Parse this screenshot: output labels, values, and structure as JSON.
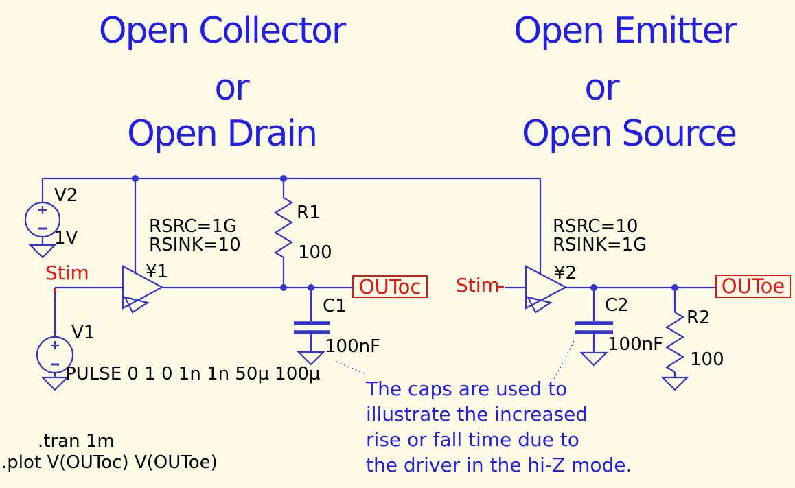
{
  "colors": {
    "background": "#FDFBE6",
    "wire": "#3434CE",
    "blue_text": "#1F1FE8",
    "black_text": "#000000",
    "red": "#EE1111"
  },
  "titles": {
    "left": [
      "Open Collector",
      "or",
      "Open Drain"
    ],
    "right": [
      "Open Emitter",
      "or",
      "Open Source"
    ]
  },
  "left_circuit": {
    "v2_name": "V2",
    "v2_value": "1V",
    "v1_name": "V1",
    "v1_value": "PULSE 0 1 0 1n 1n 50µ 100µ",
    "buffer_name": "¥1",
    "buffer_param1": "RSRC=1G",
    "buffer_param2": "RSINK=10",
    "r1_name": "R1",
    "r1_value": "100",
    "c1_name": "C1",
    "c1_value": "100nF",
    "stim_label": "Stim",
    "out_label": "OUToc"
  },
  "right_circuit": {
    "buffer_name": "¥2",
    "buffer_param1": "RSRC=10",
    "buffer_param2": "RSINK=1G",
    "c2_name": "C2",
    "c2_value": "100nF",
    "r2_name": "R2",
    "r2_value": "100",
    "stim_label": "Stim",
    "out_label": "OUToe"
  },
  "directives": {
    "tran": ".tran 1m",
    "plot": ".plot V(OUToc) V(OUToe)"
  },
  "note_lines": [
    "The caps are used to",
    "illustrate the increased",
    "rise or fall time due to",
    "the driver in the hi-Z mode."
  ]
}
